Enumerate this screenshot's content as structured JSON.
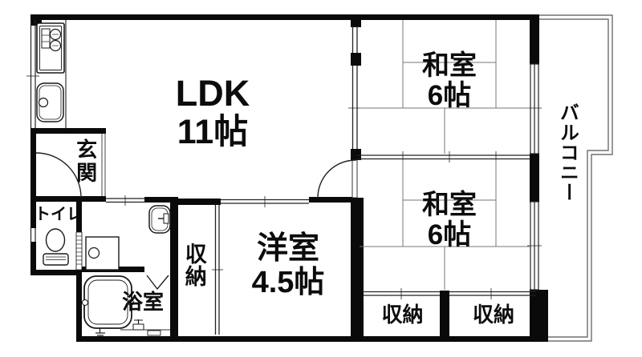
{
  "rooms": {
    "ldk": {
      "name": "LDK",
      "size": "11帖"
    },
    "washitsu_top": {
      "name": "和室",
      "size": "6帖"
    },
    "washitsu_mid": {
      "name": "和室",
      "size": "6帖"
    },
    "yoshitsu": {
      "name": "洋室",
      "size": "4.5帖"
    },
    "genkan": {
      "name": "玄関"
    },
    "toilet": {
      "name": "トイレ"
    },
    "bath": {
      "name": "浴室"
    },
    "closet_tall": {
      "name": "収納"
    },
    "closet_a": {
      "name": "収納"
    },
    "closet_b": {
      "name": "収納"
    },
    "balcony": {
      "name": "バルコニー"
    }
  },
  "colors": {
    "wall": "#0a0a0a",
    "line": "#222222",
    "tatami_line": "#777777",
    "background": "#ffffff"
  }
}
